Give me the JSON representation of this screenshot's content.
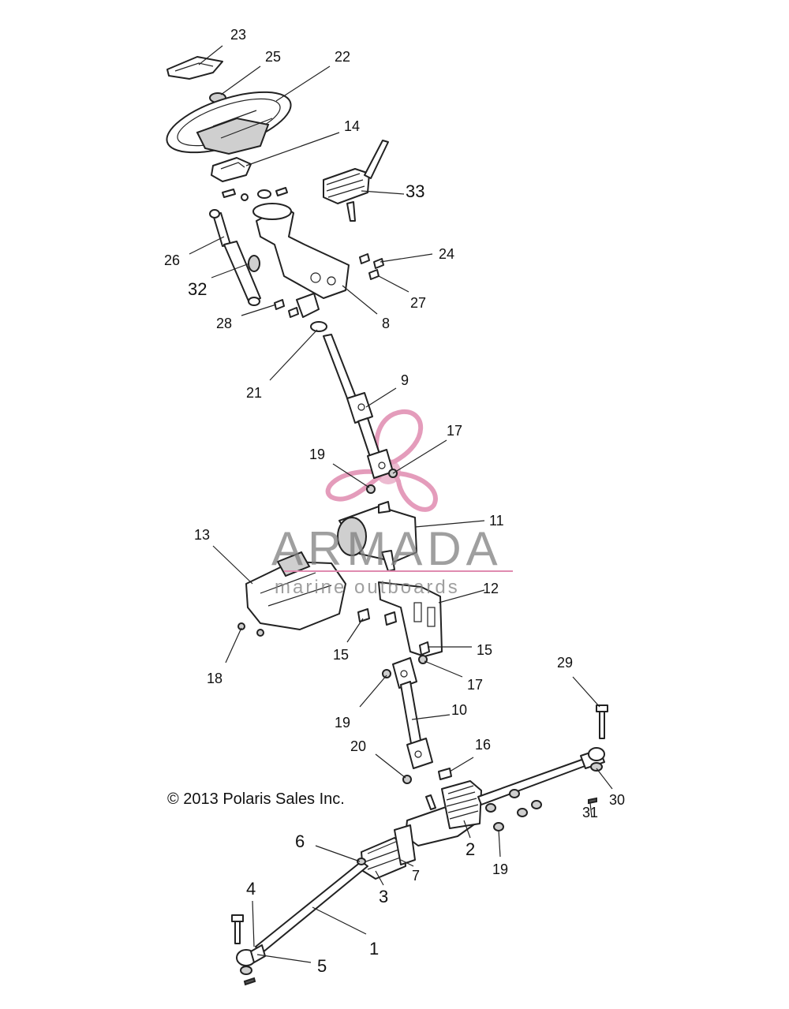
{
  "copyright": "© 2013 Polaris Sales Inc.",
  "watermark": {
    "brand": "ARMADA",
    "tagline": "marine outboards",
    "accent_color": "#e08bb0",
    "text_color": "#808080"
  },
  "callouts": {
    "c1": "1",
    "c2": "2",
    "c3": "3",
    "c4": "4",
    "c5": "5",
    "c6": "6",
    "c7": "7",
    "c8": "8",
    "c9": "9",
    "c10": "10",
    "c11": "11",
    "c12": "12",
    "c13": "13",
    "c14": "14",
    "c15a": "15",
    "c15b": "15",
    "c16": "16",
    "c17a": "17",
    "c17b": "17",
    "c18": "18",
    "c19a": "19",
    "c19b": "19",
    "c19c": "19",
    "c20": "20",
    "c21": "21",
    "c22": "22",
    "c23": "23",
    "c24": "24",
    "c25": "25",
    "c26": "26",
    "c27": "27",
    "c28": "28",
    "c29": "29",
    "c30": "30",
    "c31": "31",
    "c32": "32",
    "c33": "33"
  }
}
